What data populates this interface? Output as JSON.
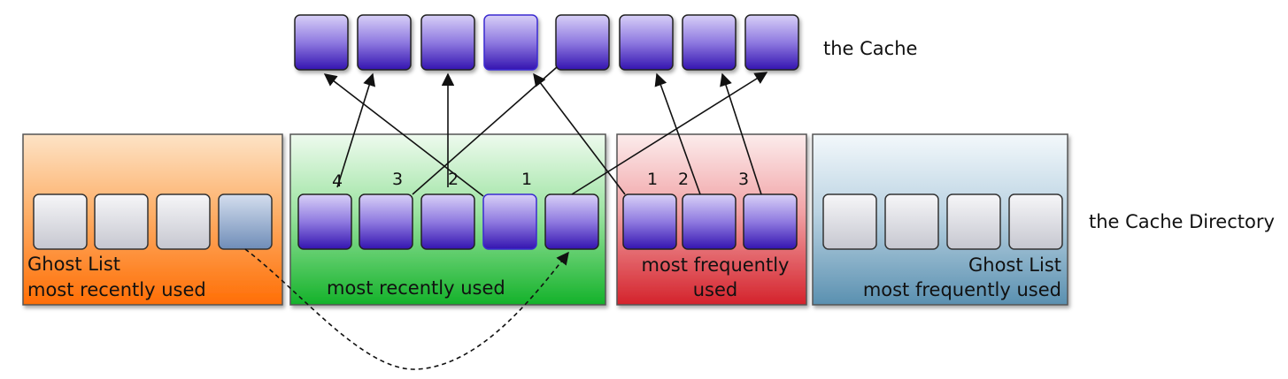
{
  "labels": {
    "cache": "the Cache",
    "directory": "the Cache Directory"
  },
  "sections": {
    "ghost_mru": {
      "line1": "Ghost List",
      "line2": "most recently used"
    },
    "mru": {
      "text": "most recently used"
    },
    "mfu": {
      "line1": "most frequently",
      "line2": "used"
    },
    "ghost_mfu": {
      "line1": "Ghost List",
      "line2": "most frequently used"
    }
  },
  "mru_numbers": [
    "4",
    "3",
    "2",
    "1"
  ],
  "mfu_numbers": [
    "1",
    "2",
    "3"
  ],
  "colors": {
    "ghost_mru_top": "#fcd9b4",
    "ghost_mru_bottom": "#ff7a10",
    "mru_top": "#e8f8e8",
    "mru_bottom": "#19b52c",
    "mfu_top": "#fbe3e3",
    "mfu_bottom": "#d62d34",
    "ghost_mfu_top": "#eef5f9",
    "ghost_mfu_bottom": "#5f94b2",
    "block_top": "#c7bdf0",
    "block_bottom": "#3a1fb0",
    "ghost_block_top": "#f1f1f3",
    "ghost_block_bottom": "#c9cad3"
  }
}
